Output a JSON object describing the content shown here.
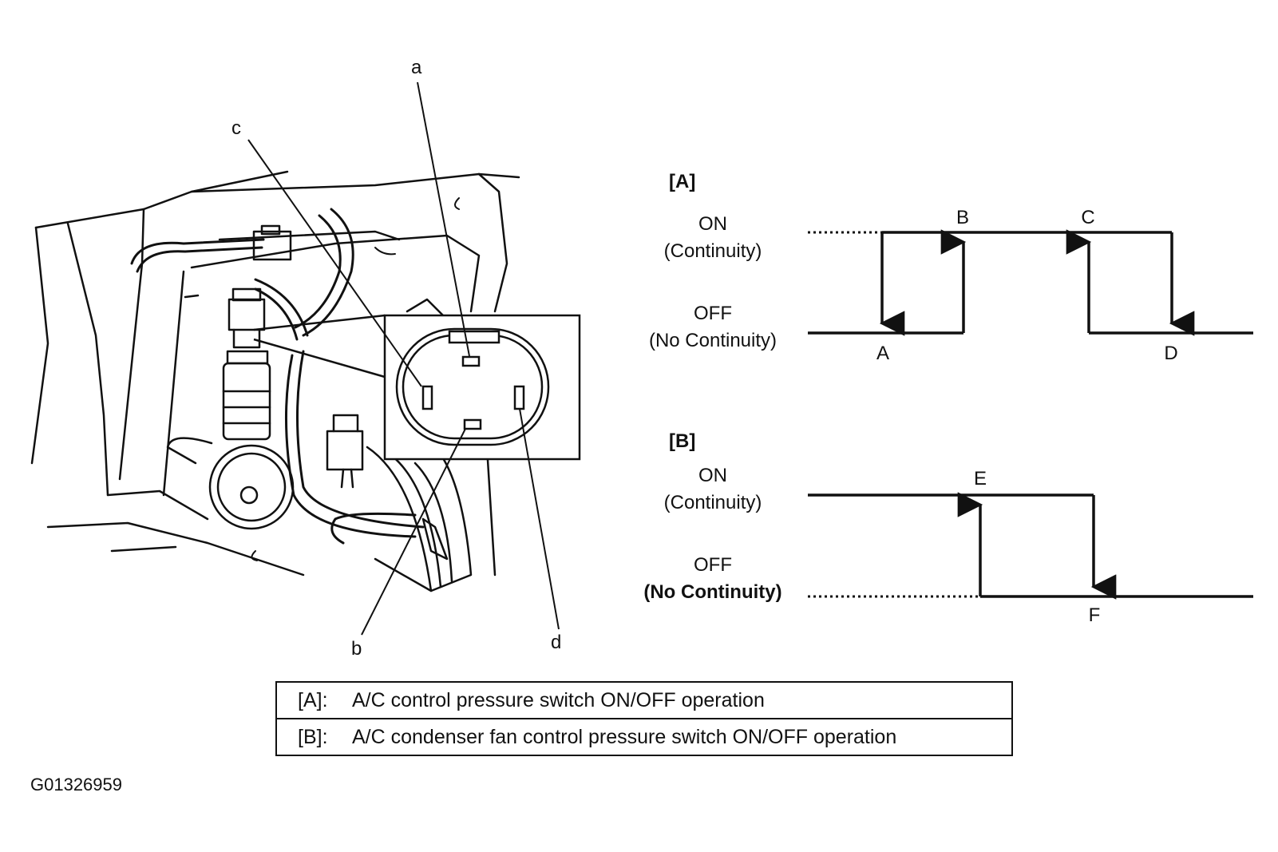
{
  "callouts": {
    "a": "a",
    "b": "b",
    "c": "c",
    "d": "d"
  },
  "panel_a": {
    "title": "[A]",
    "on_label": "ON",
    "on_sub": "(Continuity)",
    "off_label": "OFF",
    "off_sub": "(No Continuity)",
    "points": {
      "A": "A",
      "B": "B",
      "C": "C",
      "D": "D"
    }
  },
  "panel_b": {
    "title": "[B]",
    "on_label": "ON",
    "on_sub": "(Continuity)",
    "off_label": "OFF",
    "off_sub": "(No Continuity)",
    "points": {
      "E": "E",
      "F": "F"
    }
  },
  "legend": [
    {
      "key": "[A]:",
      "text": "A/C control pressure switch ON/OFF operation"
    },
    {
      "key": "[B]:",
      "text": "A/C condenser fan control pressure switch ON/OFF operation"
    }
  ],
  "figure_id": "G01326959"
}
